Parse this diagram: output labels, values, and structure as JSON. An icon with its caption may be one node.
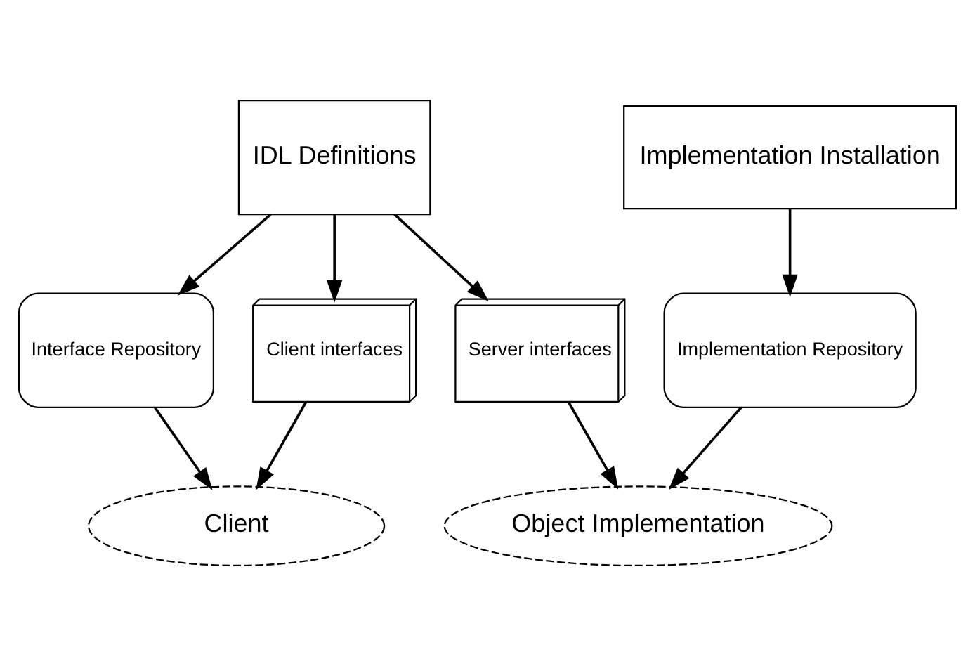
{
  "diagram": {
    "nodes": [
      {
        "text": [
          "IDL Definitions"
        ]
      },
      {
        "text": [
          "Implementation Installation"
        ]
      },
      {
        "text": [
          "Interface Repository"
        ]
      },
      {
        "text": [
          "Client interfaces"
        ]
      },
      {
        "text": [
          "Server interfaces"
        ]
      },
      {
        "text": [
          "Implementation Repository"
        ]
      },
      {
        "text": [
          "Client"
        ]
      },
      {
        "text": [
          "Object Implementation"
        ]
      }
    ],
    "edges": [
      {
        "from": 0,
        "to": 2,
        "arrow": "to"
      },
      {
        "from": 0,
        "to": 3,
        "arrow": "to"
      },
      {
        "from": 0,
        "to": 4,
        "arrow": "to"
      },
      {
        "from": 1,
        "to": 5,
        "arrow": "to"
      },
      {
        "from": 2,
        "to": 6,
        "arrow": "to"
      },
      {
        "from": 3,
        "to": 6,
        "arrow": "to"
      },
      {
        "from": 4,
        "to": 7,
        "arrow": "to"
      },
      {
        "from": 5,
        "to": 7,
        "arrow": "to"
      }
    ]
  }
}
